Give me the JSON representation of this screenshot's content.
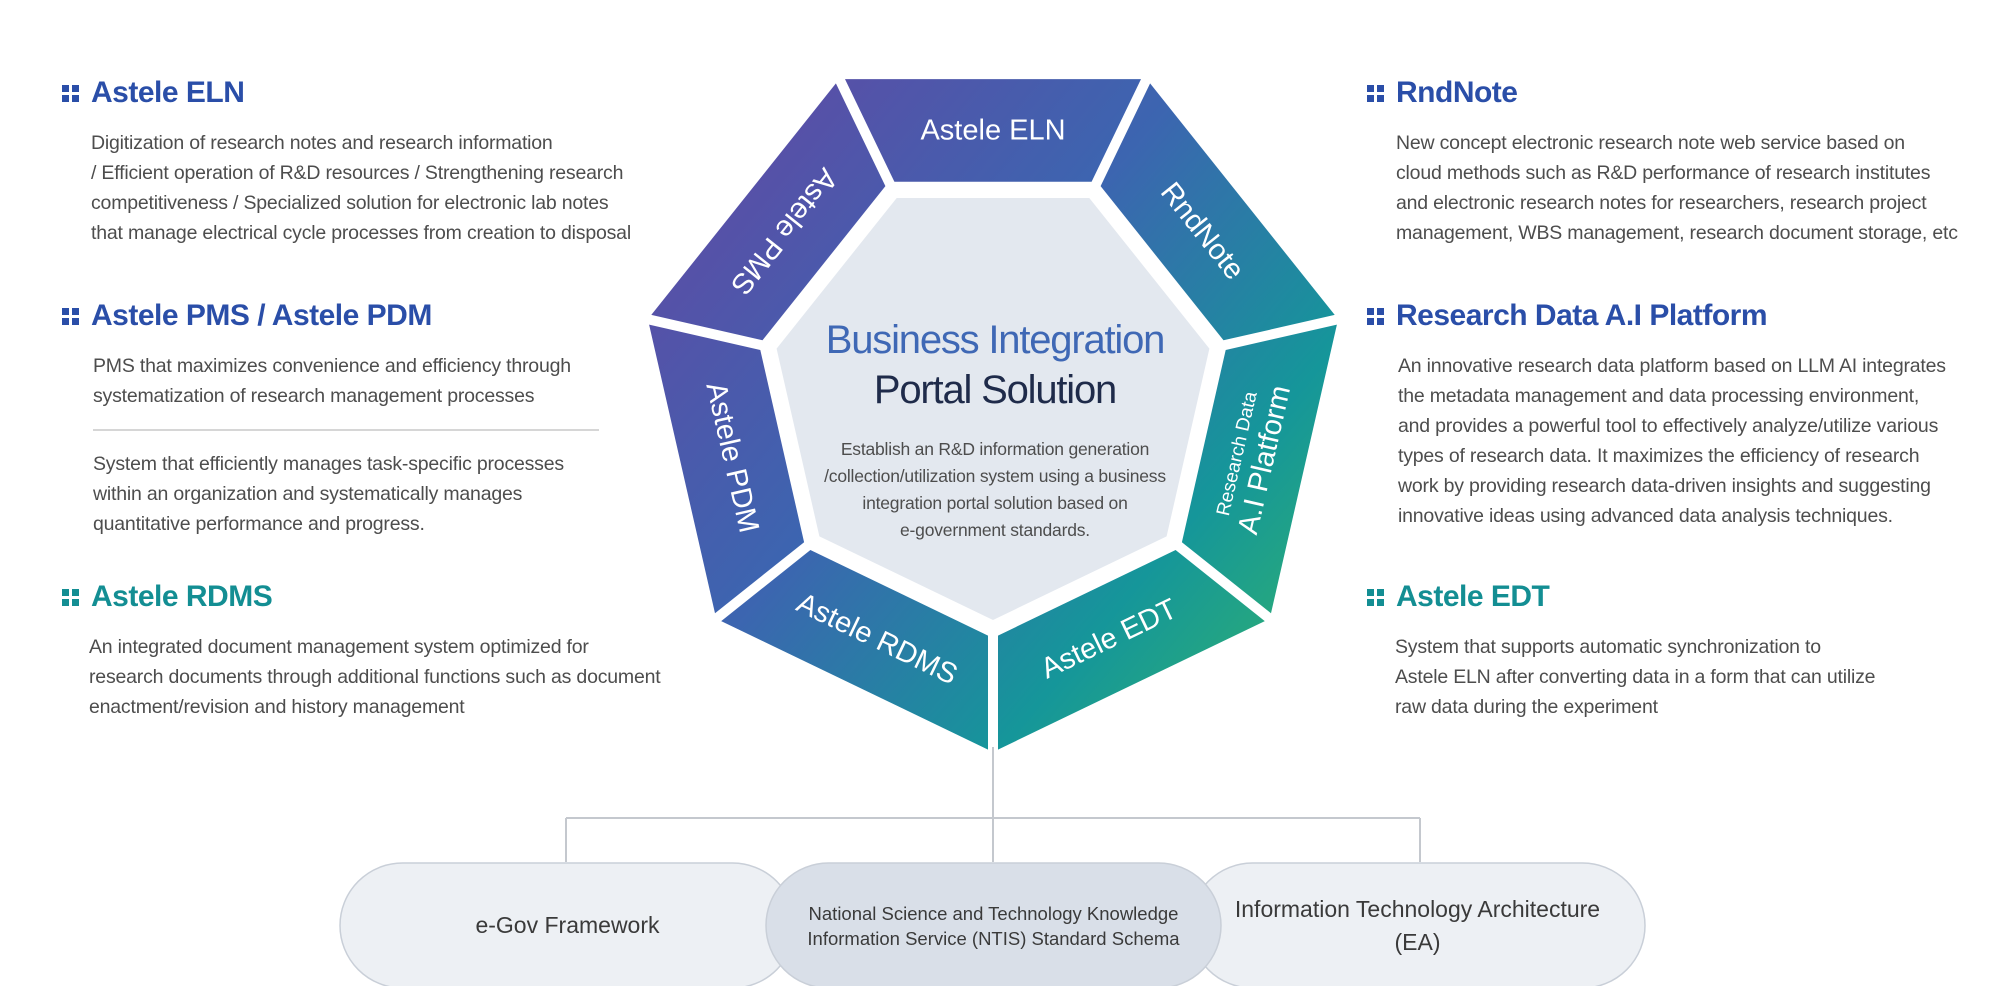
{
  "sections": {
    "eln": {
      "title": "Astele ELN",
      "desc": "Digitization of research notes and research information\n/ Efficient operation of R&D resources / Strengthening research\ncompetitiveness / Specialized solution for electronic lab notes\nthat manage electrical cycle processes from creation to disposal"
    },
    "pms": {
      "title": "Astele PMS / Astele PDM",
      "desc1": "PMS that maximizes convenience and efficiency through\nsystematization of research management processes",
      "desc2": "System that efficiently manages task-specific processes\nwithin an organization and systematically manages\nquantitative performance and progress."
    },
    "rdms": {
      "title": "Astele RDMS",
      "desc": "An integrated document management system optimized for\nresearch documents through additional functions such as document\nenactment/revision and history management"
    },
    "rndnote": {
      "title": "RndNote",
      "desc": "New concept electronic research note web service based on\ncloud methods such as R&D performance of research institutes\nand electronic research notes for researchers, research project\nmanagement, WBS management, research document storage, etc"
    },
    "ai": {
      "title": "Research Data A.I Platform",
      "desc": "An innovative research data platform based on LLM AI integrates\nthe metadata management and data processing environment,\nand provides a powerful tool to effectively analyze/utilize various\ntypes of research data. It maximizes the efficiency of research\nwork by providing research data-driven insights and suggesting\ninnovative ideas using advanced data analysis techniques."
    },
    "edt": {
      "title": "Astele EDT",
      "desc": "System that supports automatic synchronization to\nAstele ELN after converting data in a form that can utilize\nraw data during the experiment"
    }
  },
  "center": {
    "title_line1": "Business Integration",
    "title_line2": "Portal Solution",
    "desc": "Establish an R&D information generation\n/collection/utilization system using a business\nintegration portal solution based on\ne-government standards."
  },
  "segments": {
    "eln": "Astele ELN",
    "rndnote": "RndNote",
    "ai_small": "Research Data",
    "ai_big": "A.I Platform",
    "edt": "Astele EDT",
    "rdms": "Astele RDMS",
    "pdm": "Astele PDM",
    "pms": "Astele PMS"
  },
  "pills": {
    "egov": "e-Gov Framework",
    "ntis": "National Science and Technology Knowledge\nInformation Service (NTIS) Standard Schema",
    "ea": "Information Technology Architecture\n(EA)"
  },
  "colors": {
    "blue": "#2a4ea8",
    "teal": "#138e93",
    "purple": "#5b4ea6",
    "green": "#27ad73",
    "center_fill": "#e3e8ef",
    "pill_fill": "#edf0f4",
    "pill_overlap": "#d9dfe8"
  }
}
